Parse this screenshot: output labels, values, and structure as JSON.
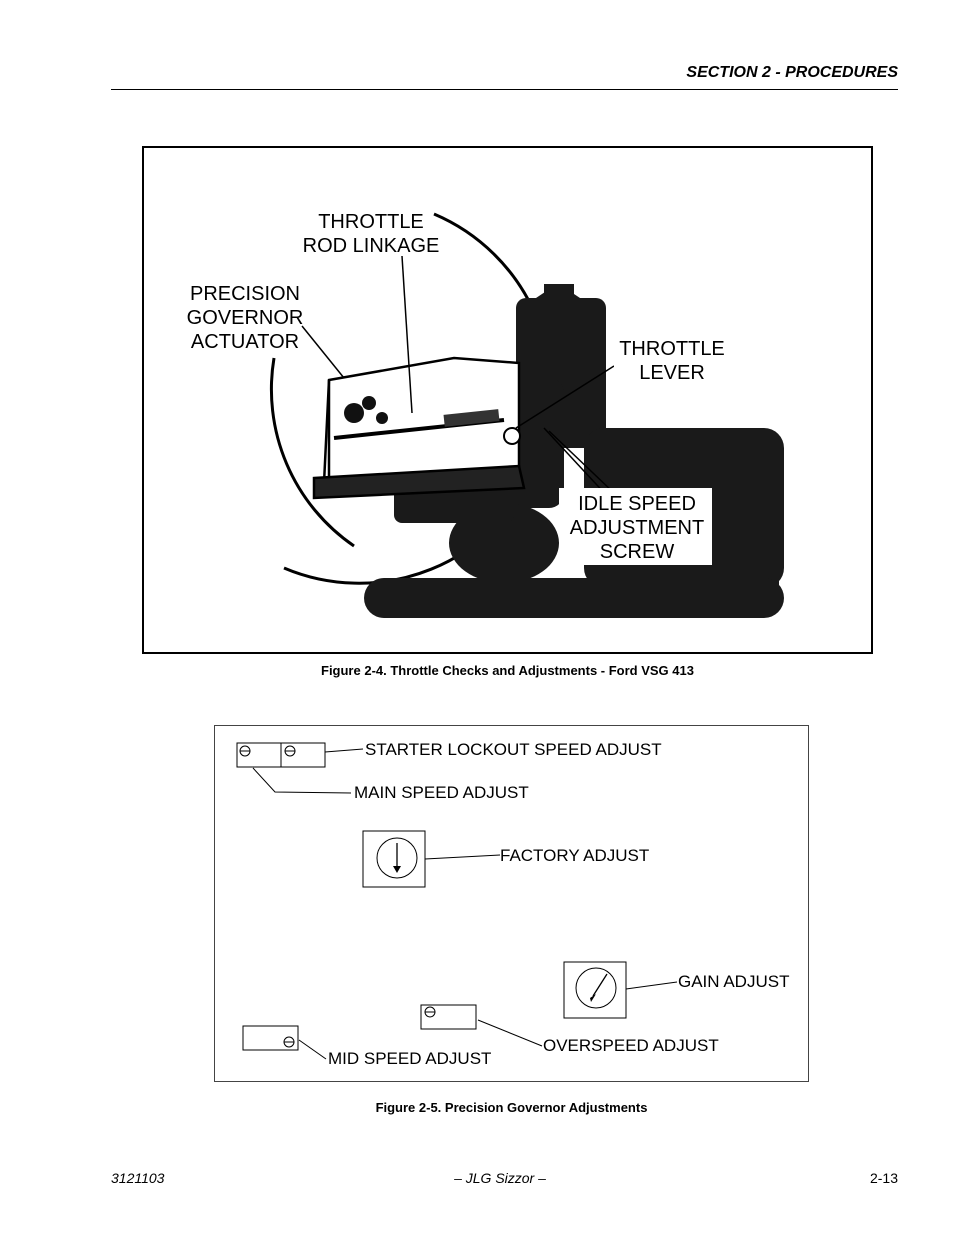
{
  "header": {
    "section_title": "SECTION 2 - PROCEDURES"
  },
  "figure4": {
    "caption": "Figure 2-4.  Throttle Checks and Adjustments - Ford VSG 413",
    "labels": {
      "throttle_rod_linkage_1": "THROTTLE",
      "throttle_rod_linkage_2": "ROD LINKAGE",
      "precision_governor_1": "PRECISION",
      "precision_governor_2": "GOVERNOR",
      "precision_governor_3": "ACTUATOR",
      "throttle_lever_1": "THROTTLE",
      "throttle_lever_2": "LEVER",
      "idle_speed_1": "IDLE SPEED",
      "idle_speed_2": "ADJUSTMENT",
      "idle_speed_3": "SCREW"
    }
  },
  "figure5": {
    "caption": "Figure 2-5.  Precision Governor Adjustments",
    "labels": {
      "starter_lockout": "STARTER LOCKOUT SPEED ADJUST",
      "main_speed": "MAIN SPEED ADJUST",
      "factory": "FACTORY ADJUST",
      "gain": "GAIN ADJUST",
      "overspeed": "OVERSPEED ADJUST",
      "mid_speed": "MID SPEED ADJUST"
    }
  },
  "footer": {
    "doc_number": "3121103",
    "title": "– JLG Sizzor –",
    "page": "2-13"
  }
}
